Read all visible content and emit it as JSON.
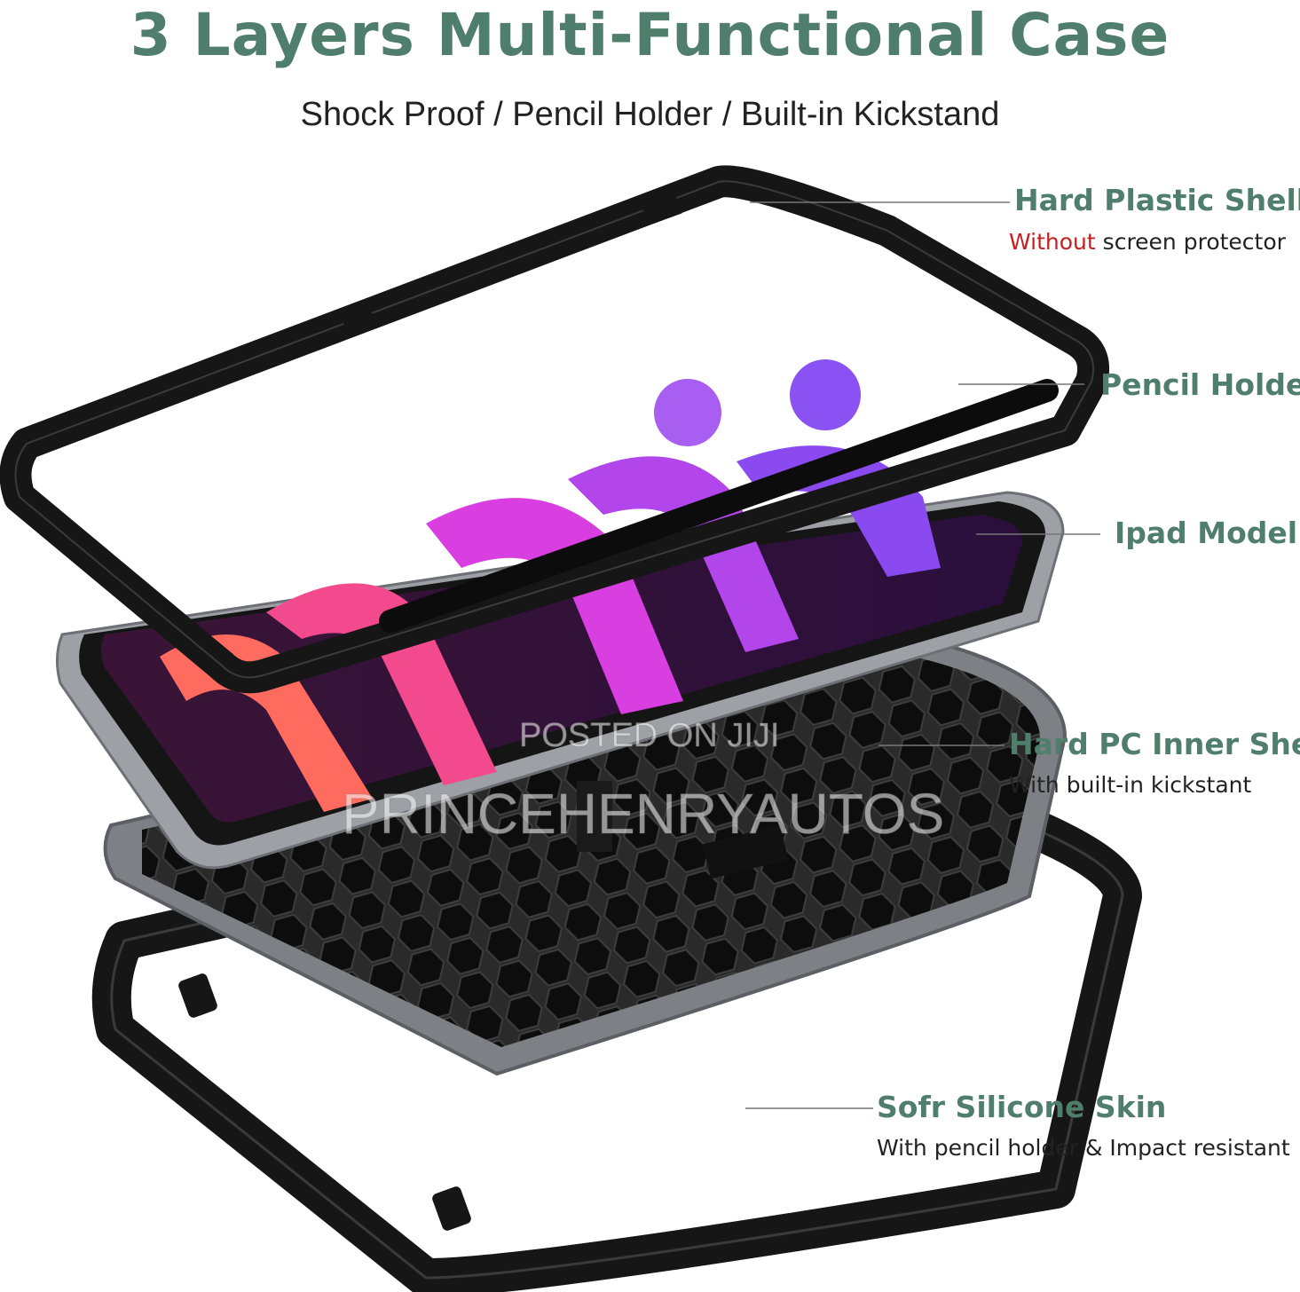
{
  "title": "3 Layers Multi-Functional Case",
  "subtitle": "Shock Proof / Pencil Holder / Built-in Kickstand",
  "callouts": {
    "hard_plastic_shell": {
      "label": "Hard Plastic Shell",
      "desc_highlight": "Without",
      "desc_rest": "screen protector"
    },
    "pencil_holder": {
      "label": "Pencil Holder"
    },
    "ipad_model": {
      "label": "Ipad Model"
    },
    "hard_pc_inner_shell": {
      "label": "Hard PC Inner Shell",
      "desc": "With built-in kickstant"
    },
    "silicone_skin": {
      "label": "Sofr Silicone Skin",
      "desc": "With pencil holder & Impact resistant"
    }
  },
  "watermarks": {
    "posted": "POSTED ON JIJI",
    "seller": "PRINCEHENRYAUTOS"
  },
  "colors": {
    "accent_green": "#4f7f6c",
    "highlight_red": "#c81e1e",
    "case_black": "#1c1c1c",
    "frame_gray": "#8a8d92"
  }
}
